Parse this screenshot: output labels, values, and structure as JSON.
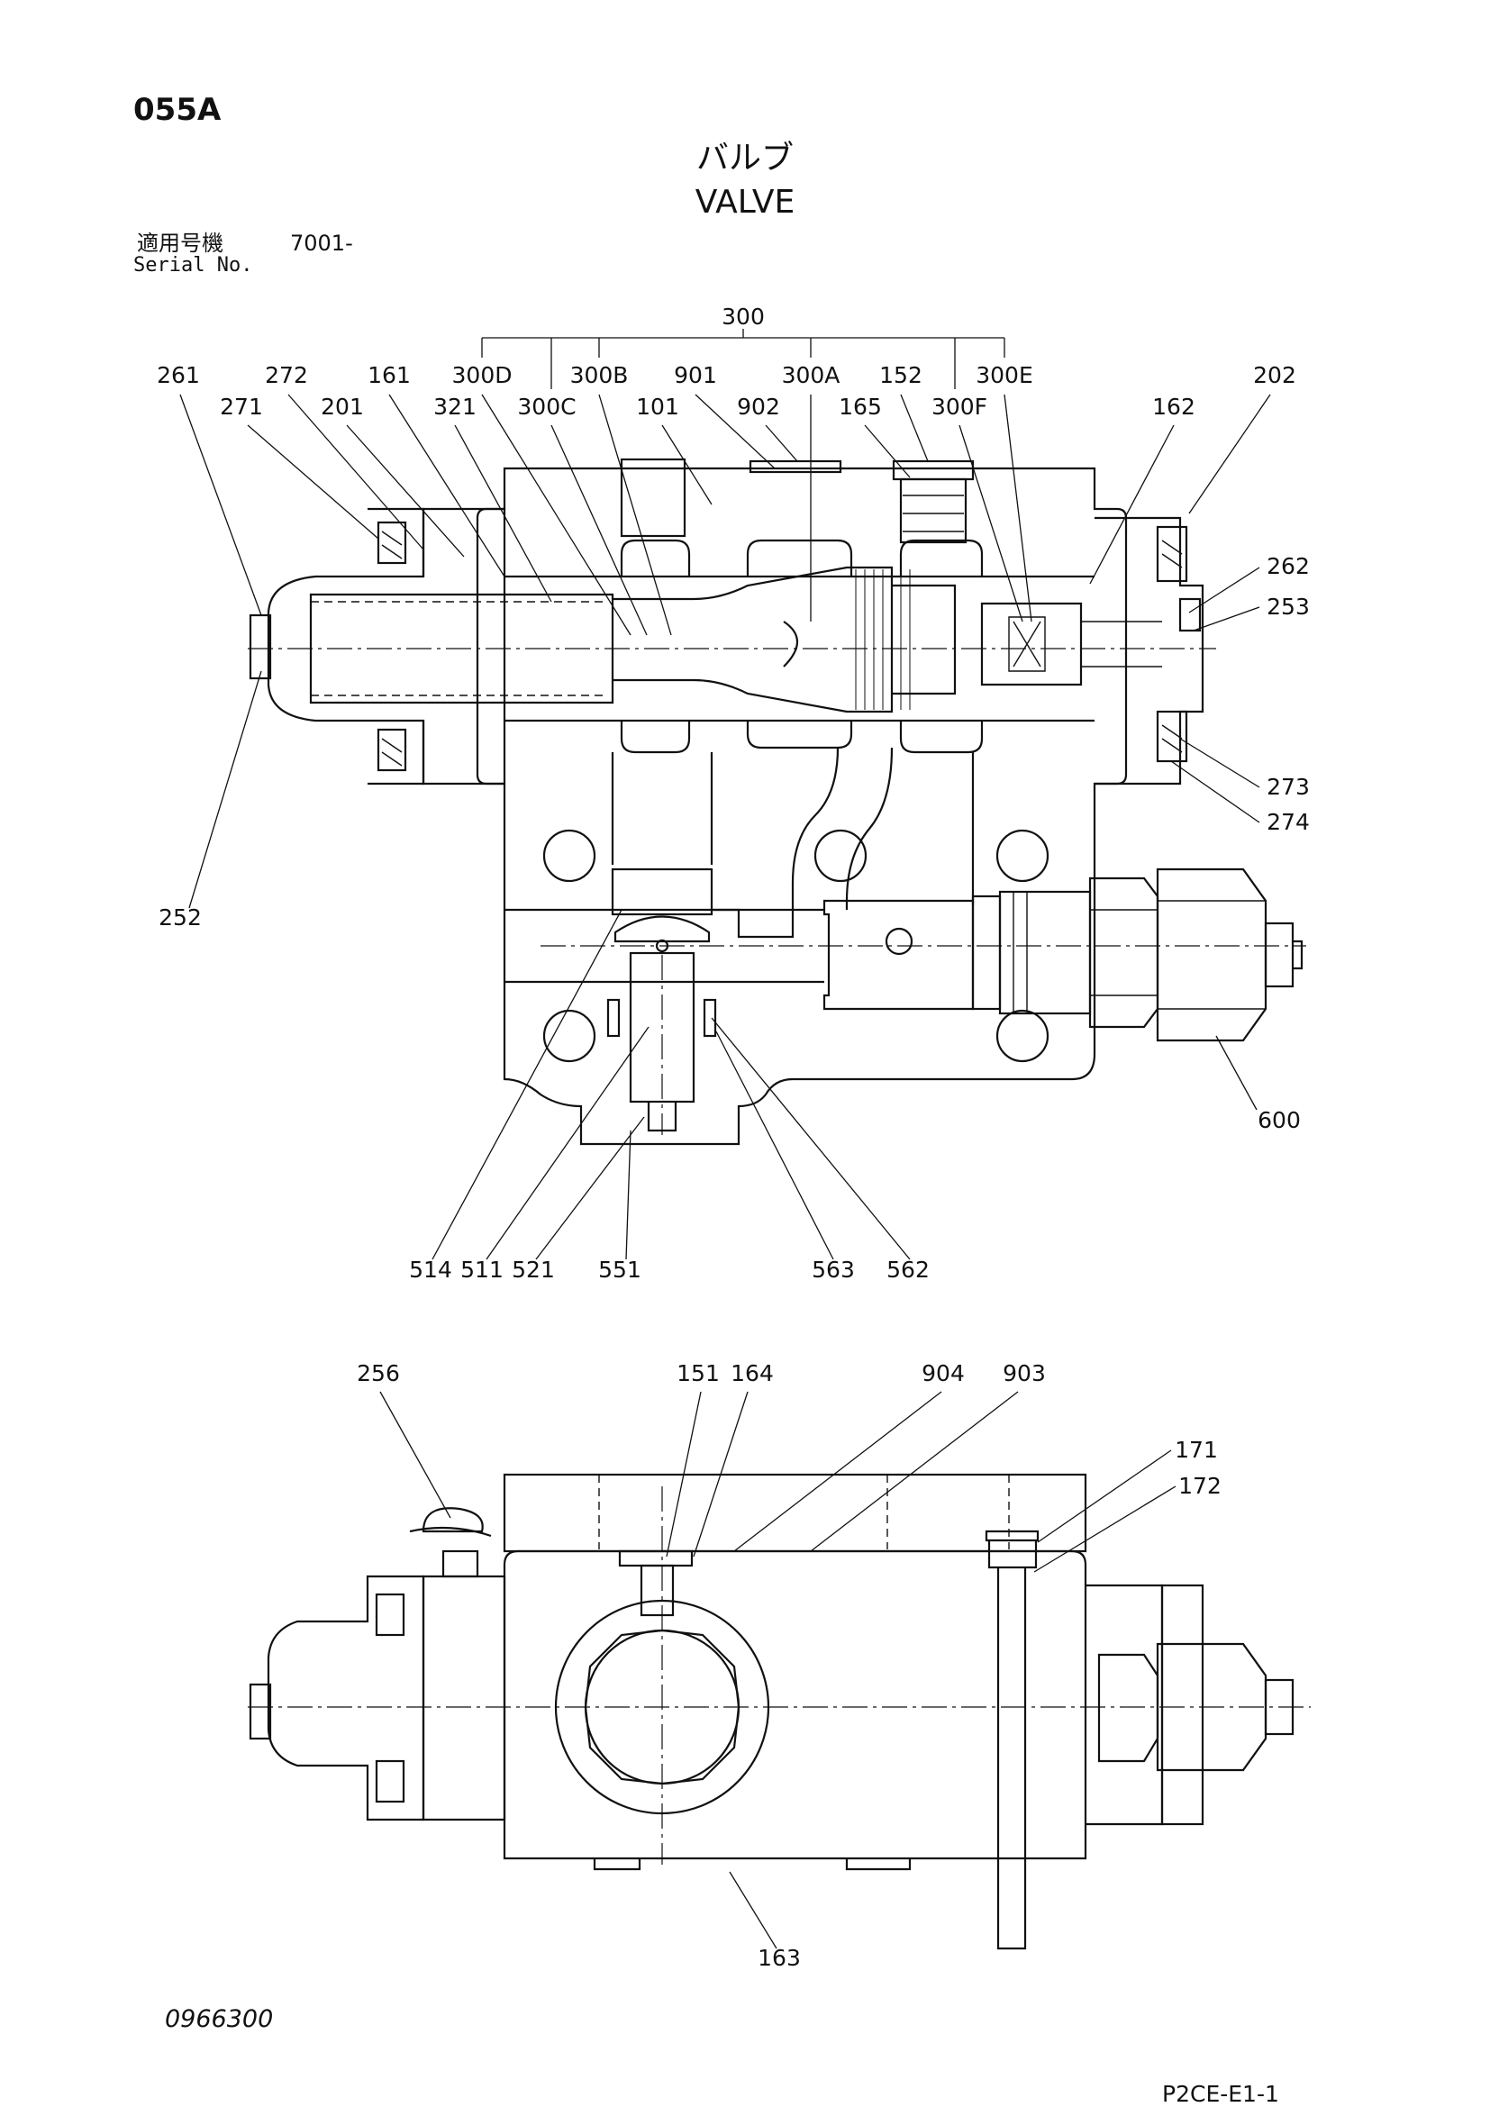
{
  "header": {
    "page_code": "055A",
    "title_jp": "バルブ",
    "title_en": "VALVE",
    "serial_label_jp": "適用号機",
    "serial_value": "7001-",
    "serial_label_en": "Serial No."
  },
  "footer": {
    "drawing_number": "0966300",
    "sheet_code": "P2CE-E1-1"
  },
  "callouts": {
    "group_300": "300",
    "p261": "261",
    "p272": "272",
    "p271": "271",
    "p201": "201",
    "p161": "161",
    "p300D": "300D",
    "p321": "321",
    "p300C": "300C",
    "p300B": "300B",
    "p101": "101",
    "p901": "901",
    "p902": "902",
    "p300A": "300A",
    "p152": "152",
    "p165": "165",
    "p300F": "300F",
    "p300E": "300E",
    "p162": "162",
    "p202": "202",
    "p262": "262",
    "p253": "253",
    "p273": "273",
    "p274": "274",
    "p252": "252",
    "p600": "600",
    "p514": "514",
    "p511": "511",
    "p521": "521",
    "p551": "551",
    "p563": "563",
    "p562": "562",
    "p256": "256",
    "p151": "151",
    "p164": "164",
    "p904": "904",
    "p903": "903",
    "p171": "171",
    "p172": "172",
    "p163": "163"
  }
}
